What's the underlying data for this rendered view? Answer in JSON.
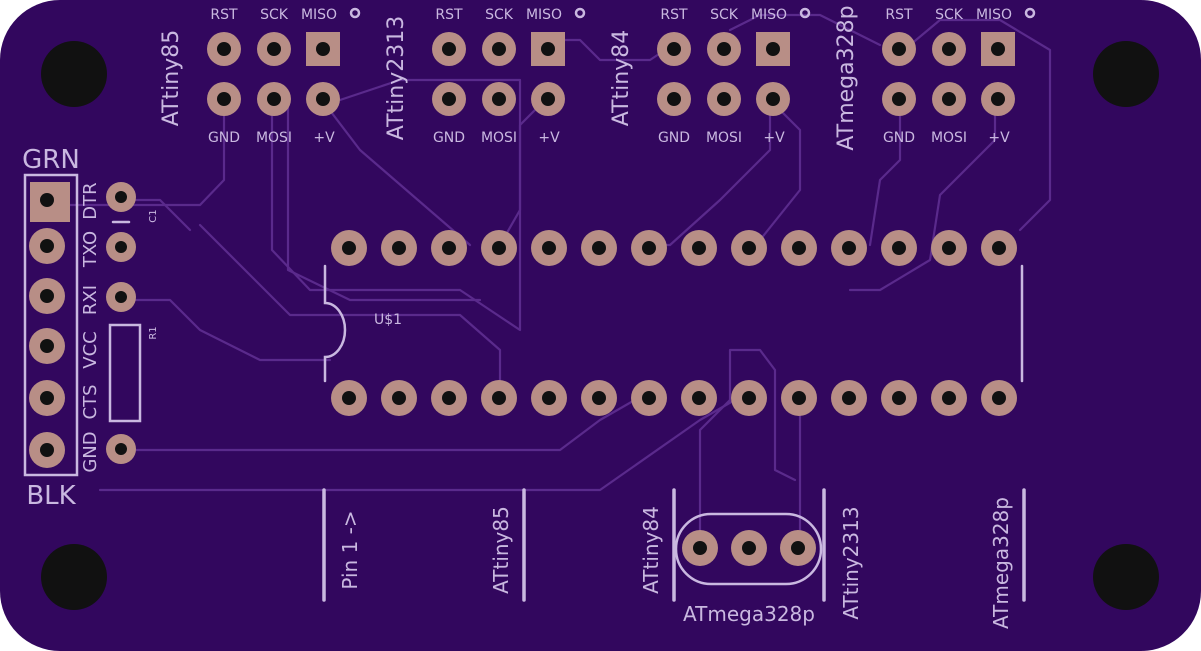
{
  "isp_headers": [
    {
      "chip": "ATtiny85",
      "top": [
        "RST",
        "SCK",
        "MISO"
      ],
      "bottom": [
        "GND",
        "MOSI",
        "+V"
      ]
    },
    {
      "chip": "ATtiny2313",
      "top": [
        "RST",
        "SCK",
        "MISO"
      ],
      "bottom": [
        "GND",
        "MOSI",
        "+V"
      ]
    },
    {
      "chip": "ATtiny84",
      "top": [
        "RST",
        "SCK",
        "MISO"
      ],
      "bottom": [
        "GND",
        "MOSI",
        "+V"
      ]
    },
    {
      "chip": "ATmega328p",
      "top": [
        "RST",
        "SCK",
        "MISO"
      ],
      "bottom": [
        "GND",
        "MOSI",
        "+V"
      ]
    }
  ],
  "ftdi": {
    "top_label": "GRN",
    "bottom_label": "BLK",
    "pins": [
      "DTR",
      "TXO",
      "RXI",
      "VCC",
      "CTS",
      "GND"
    ]
  },
  "components": {
    "cap": "C1",
    "resistor": "R1",
    "socket": "U$1"
  },
  "bottom_labels": {
    "pin1": "Pin 1 ->",
    "attiny85": "ATtiny85",
    "attiny84": "ATtiny84",
    "atmega328p_crystal": "ATmega328p",
    "attiny2313": "ATtiny2313",
    "atmega328p": "ATmega328p"
  },
  "colors": {
    "board": "#32075e",
    "silkscreen": "#c9b8e0",
    "pad": "#b88e86",
    "drill": "#111111",
    "trace": "#5a2a8c"
  }
}
